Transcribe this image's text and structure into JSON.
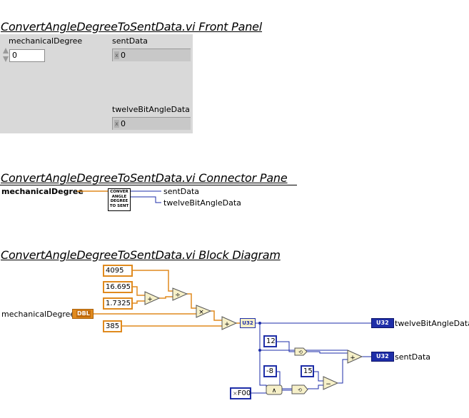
{
  "front_panel": {
    "title": "ConvertAngleDegreeToSentData.vi Front Panel",
    "controls": [
      {
        "label": "mechanicalDegree",
        "value": "0",
        "kind": "numeric-control"
      }
    ],
    "indicators": [
      {
        "label": "sentData",
        "value": "0",
        "radix": "x"
      },
      {
        "label": "twelveBitAngleData",
        "value": "0",
        "radix": "x"
      }
    ]
  },
  "connector_pane": {
    "title": "ConvertAngleDegreeToSentData.vi Connector Pane",
    "input": "mechanicalDegree",
    "icon_lines": [
      "CONVER",
      "ANGLE",
      "DEGREE",
      "TO SENT"
    ],
    "outputs": [
      "sentData",
      "twelveBitAngleData"
    ]
  },
  "block_diagram": {
    "title": "ConvertAngleDegreeToSentData.vi Block Diagram",
    "input_label": "mechanicalDegree",
    "input_type": "DBL",
    "constants_dbl": [
      "4095",
      "16.695",
      "1.7325",
      "385"
    ],
    "constants_int": [
      "12",
      "-8",
      "15"
    ],
    "constant_hex": "F00",
    "conversion_type": "U32",
    "outputs": [
      {
        "label": "twelveBitAngleData",
        "type": "U32"
      },
      {
        "label": "sentData",
        "type": "U32"
      }
    ],
    "operators": {
      "add": "+",
      "divide": "÷",
      "multiply": "×",
      "subtract": "−",
      "and": "∧",
      "rotate": "⟲"
    },
    "colors": {
      "dbl_wire": "#e08a1e",
      "int_wire": "#1e2ea8"
    }
  }
}
